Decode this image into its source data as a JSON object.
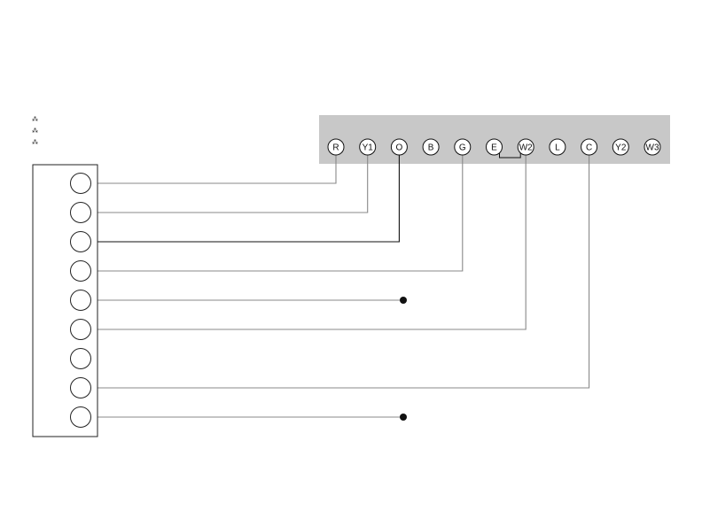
{
  "legend_marks": [
    "⁂",
    "⁂",
    "⁂"
  ],
  "thermostat": {
    "terminals": [
      {
        "label": "R"
      },
      {
        "label": "Y1"
      },
      {
        "label": "O"
      },
      {
        "label": "B"
      },
      {
        "label": "G"
      },
      {
        "label": "E"
      },
      {
        "label": "W2"
      },
      {
        "label": "L"
      },
      {
        "label": "C"
      },
      {
        "label": "Y2"
      },
      {
        "label": "W3"
      }
    ],
    "jumper": [
      "E",
      "W2"
    ]
  },
  "terminal_block": {
    "count": 9
  },
  "wires": [
    {
      "from_block": 0,
      "to_terminal": "R"
    },
    {
      "from_block": 1,
      "to_terminal": "Y1"
    },
    {
      "from_block": 2,
      "to_terminal": "O"
    },
    {
      "from_block": 3,
      "to_terminal": "G"
    },
    {
      "from_block": 4,
      "to_terminal": null
    },
    {
      "from_block": 5,
      "to_terminal": "W2"
    },
    {
      "from_block": 7,
      "to_terminal": "C"
    },
    {
      "from_block": 8,
      "to_terminal": null
    }
  ],
  "colors": {
    "panel": "#c8c8c8",
    "wire": "#888888",
    "wire_dark": "#111111"
  }
}
